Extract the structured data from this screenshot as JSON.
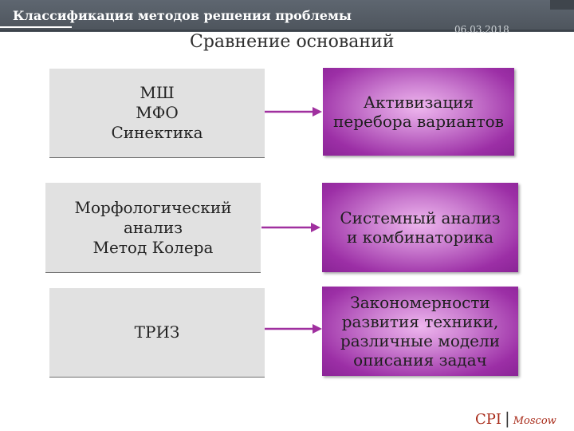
{
  "header": {
    "title": "Классификация методов решения проблемы",
    "date": "06.03.2018"
  },
  "subtitle": "Сравнение оснований",
  "rows": [
    {
      "left": "МШ\nМФО\nСинектика",
      "right": "Активизация\nперебора вариантов"
    },
    {
      "left": "Морфологический\nанализ\nМетод Колера",
      "right": "Системный анализ\nи комбинаторика"
    },
    {
      "left": "ТРИЗ",
      "right": "Закономерности\nразвития техники,\nразличные модели\nописания задач"
    }
  ],
  "footer": {
    "brand": "CPI",
    "separator": "|",
    "city": "Moscow"
  },
  "colors": {
    "header_bg": "#5e6670",
    "left_box": "#e1e1e1",
    "right_box": "#9c2fa6",
    "arrow": "#a0309f",
    "logo": "#a82a18"
  }
}
